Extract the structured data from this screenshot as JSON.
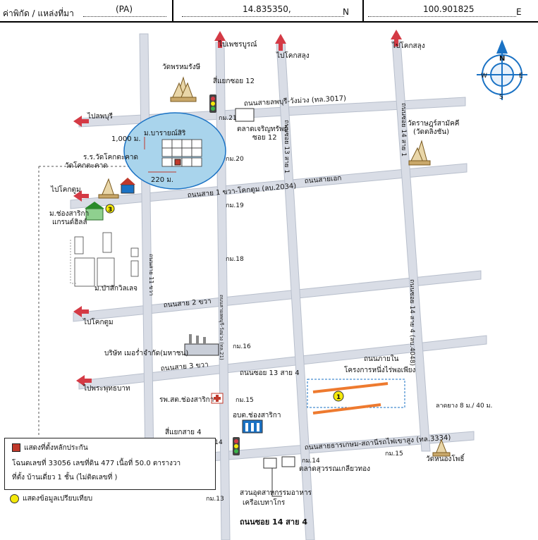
{
  "header": {
    "label": "ค่าพิกัด / แหล่งที่มา",
    "source": "(PA)",
    "lat": "14.835350,",
    "lat_suffix": "N",
    "lon": "100.901825",
    "lon_suffix": "E"
  },
  "compass": {
    "n": "N",
    "s": "S",
    "e": "E",
    "w": "W"
  },
  "directions": {
    "phetchabun": "ไปเพชรบูรณ์",
    "khok_salung_1": "ไปโคกสลุง",
    "khok_salung_2": "ไปโคกสลุง",
    "lopburi": "ไปลพบุรี",
    "khok_tum_1": "ไปโคกตูม",
    "khok_tum_2": "ไปโคกตูม",
    "phra_phutthabat": "ไปพระพุทธบาท"
  },
  "roads": {
    "lopburi_wangmuang": "ถนนสายลพบุรี-วังม่วง (ทล.3017)",
    "sai1_khwa": "ถนนสาย 1 ขวา-โคกตูม (ลบ.2034)",
    "sai_ek": "ถนนสายเอก",
    "sai2_khwa": "ถนนสาย 2 ขวา",
    "sai3_khwa": "ถนนสาย 3 ขวา",
    "soi13_sai4": "ถนนซอย 13 สาย 4",
    "saraburi": "ถนนสายธารเกษม-สถานีรถไฟเขาสูง (ทล.3334)",
    "soi14_sai4": "ถนนซอย 14 สาย 4",
    "soi13_sai1": "ถนนซอย 13 สาย 1",
    "soi14_sai1": "ถนนซอย 14 สาย 1",
    "soi14_sai4_v": "ถนนซอย 14 สาย 4 (ลบ.4048)",
    "soi11_khwa": "ถนนสาย 11 ขวา",
    "main_v": "ถนนสายลพบุรี-วังม่วง (ทล.21)",
    "inner": "ถนนภายใน",
    "inner_project": "โครงการหนึ่งไร่พอเพียง",
    "lane_width": "ลาดยาง 8 ม./ 40 ม."
  },
  "places": {
    "wat_phrom": "วัดพรหมรังษี",
    "intersection12": "สี่แยกซอย 12",
    "market_charoen": "ตลาดเจริญทรัพย์",
    "soi12": "ซอย 12",
    "wat_rat": "วัดราษฎร์สามัคคี",
    "wat_rat2": "(วัดตลิ่งชัน)",
    "ban_narai": "ม.บารายณ์สิริ",
    "school": "ร.ร.วัดโคกตะคาด",
    "wat_khok": "วัดโคกตะคาด",
    "village_chong": "ม.ช่องสาริกา",
    "village_grand": "แกรนด์ฮิลล์",
    "village_pasak": "ม.ป่าสักวิลเลจ",
    "company": "บริษัท เมอร่ำจำกัด(มหาชน)",
    "hospital": "รพ.สต.ช่องสาริกา",
    "obt": "อบต.ช่องสาริกา",
    "intersection4": "สี่แยกสาย 4",
    "market_suwan": "ตลาดสุวรรณเกลียวทอง",
    "garden": "สวนอุตสาหกรรมอาหาร",
    "garden2": "เครือเบทาโกร",
    "wat_nong": "วัดหนองโพธิ์"
  },
  "km": {
    "k21": "กม.21",
    "k20": "กม.20",
    "k19": "กม.19",
    "k18": "กม.18",
    "k16": "กม.16",
    "k15": "กม.15",
    "k14": "กม.14",
    "k13": "กม.13",
    "k14b": "กม.14",
    "k15b": "กม.15"
  },
  "measures": {
    "dist_1000": "1,000 ม.",
    "dist_220": "220 ม."
  },
  "markers": {
    "three": "3",
    "one": "1"
  },
  "legend": {
    "title": "แสดงที่ตั้งหลักประกัน",
    "line1": "โฉนดเลขที่ 33056 เลขที่ดิน 477 เนื้อที่ 50.0 ตารางวา",
    "line2": "ที่ตั้ง บ้านเดี่ยว 1 ชั้น (ไม่ติดเลขที่ )",
    "compare": "แสดงข้อมูลเปรียบเทียบ"
  },
  "colors": {
    "road": "#d9dde6",
    "circle": "#a9d4ec",
    "arrow": "#d43a45",
    "orange": "#ee7a2f",
    "yellow": "#f4e90a",
    "blue": "#1a72c4",
    "red": "#c0392b"
  }
}
